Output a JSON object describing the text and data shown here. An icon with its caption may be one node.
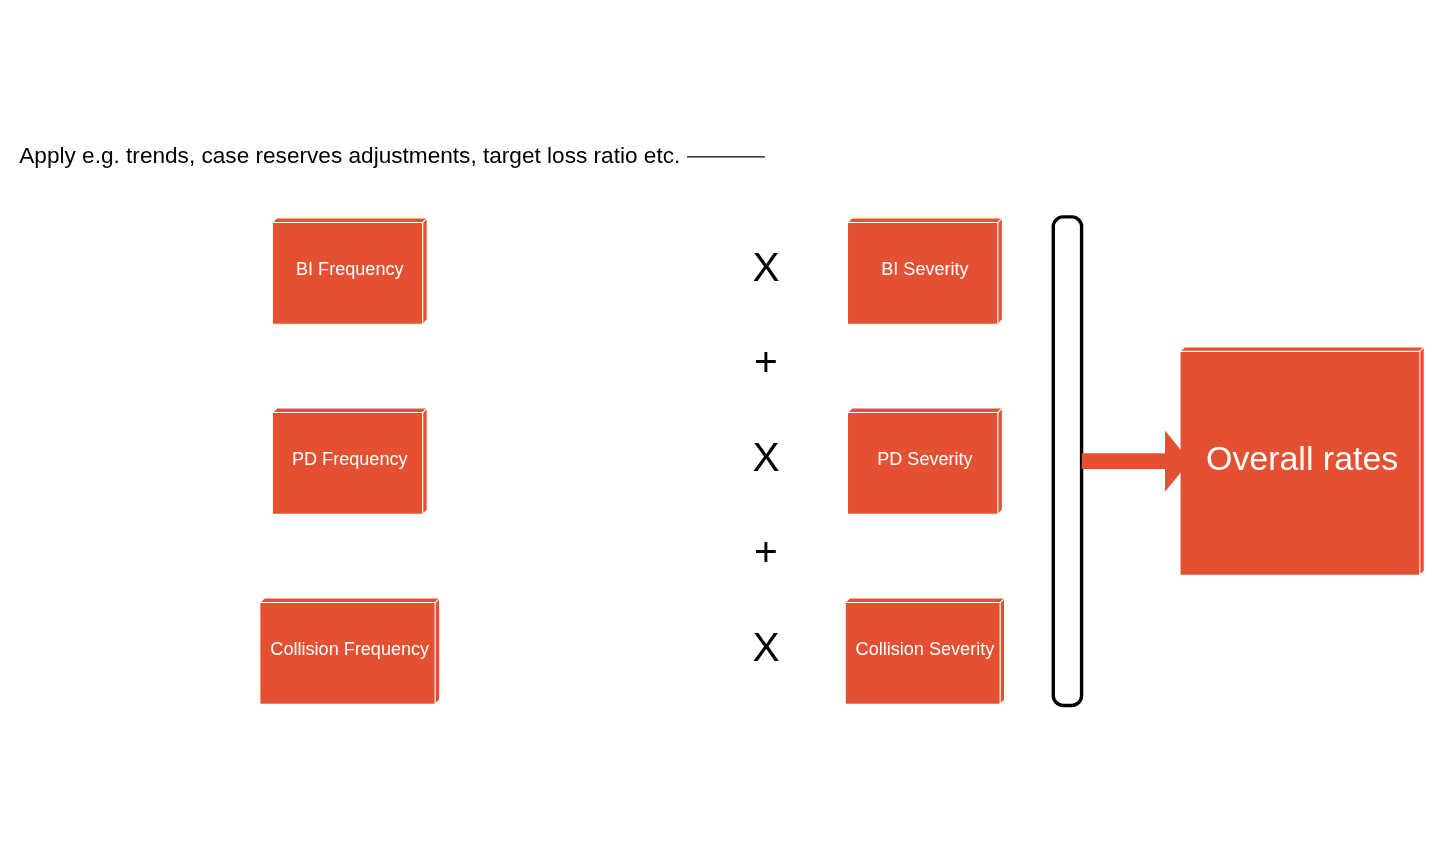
{
  "diagram": {
    "nodes": [
      {
        "text": [
          "BI Frequency"
        ]
      },
      {
        "text": [
          "BI Severity"
        ]
      },
      {
        "text": [
          "PD Frequency"
        ]
      },
      {
        "text": [
          "PD Severity"
        ]
      },
      {
        "text": [
          "Collision Frequency"
        ]
      },
      {
        "text": [
          "Collision Severity"
        ]
      },
      {
        "text": [],
        "shape": "bracket"
      },
      {
        "text": [
          "Overall rates"
        ]
      },
      {
        "text": [
          "Apply e.g. trends, case reserves adjustments, target loss ratio etc."
        ]
      }
    ],
    "edges": [
      {
        "from": 6,
        "to": 7,
        "arrow": "to",
        "style": "thick",
        "color": "#e45132"
      },
      {
        "from": 8,
        "to": null,
        "arrow": "none",
        "color": "#000000"
      }
    ],
    "labels": [
      "X",
      "+",
      "X",
      "+",
      "X"
    ]
  }
}
